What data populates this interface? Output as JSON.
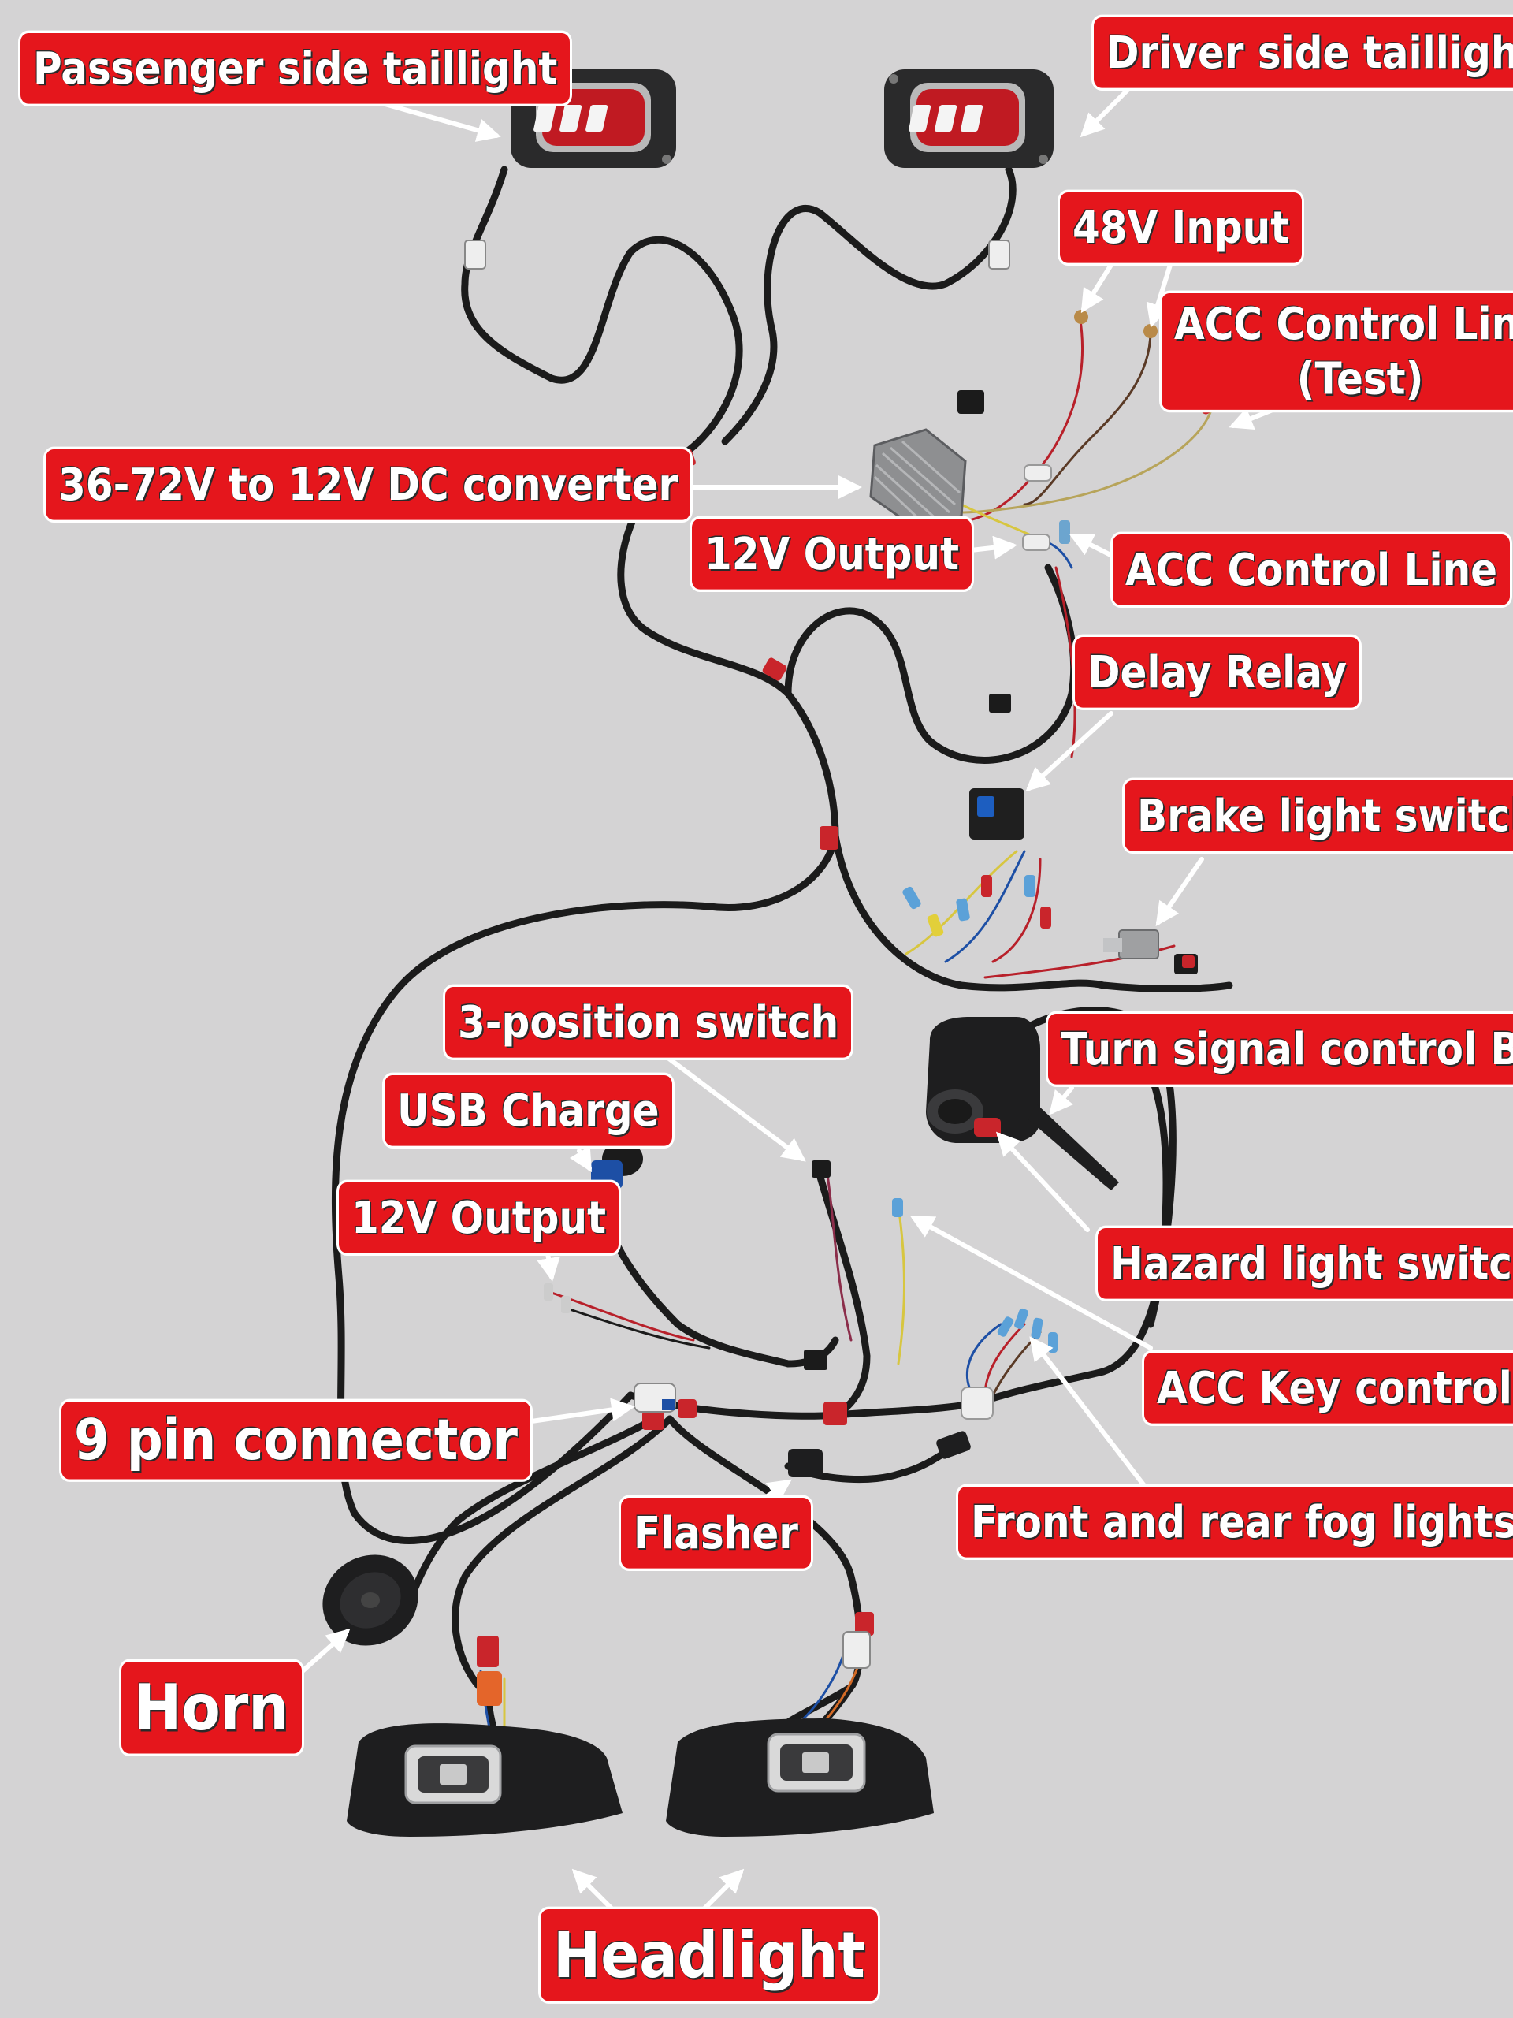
{
  "labels": {
    "passenger_taillight": "Passenger side taillight",
    "driver_taillight": "Driver side taillight",
    "input_48v": "48V Input",
    "acc_control_test_line1": "ACC Control Line",
    "acc_control_test_line2": "(Test)",
    "dc_converter": "36-72V  to 12V DC converter",
    "output_12v_top": "12V Output",
    "acc_control_line": "ACC Control Line",
    "delay_relay": "Delay Relay",
    "brake_light_switch": "Brake light switch",
    "three_position_switch": "3-position switch",
    "turn_signal_box": "Turn signal control Box",
    "usb_charge": "USB Charge",
    "output_12v_bottom": "12V Output",
    "hazard_light_switch": "Hazard light switch",
    "acc_key_control": "ACC Key control",
    "nine_pin_connector": "9 pin connector",
    "flasher": "Flasher",
    "fog_lights": "Front and rear fog lights",
    "horn": "Horn",
    "headlight": "Headlight"
  },
  "colors": {
    "background": "#d4d3d4",
    "label_fill": "#e5161c",
    "label_text": "#ffffff",
    "wire": "#1b1b1b",
    "sleeve_tape": "#c9252b",
    "arrow": "#ffffff"
  }
}
